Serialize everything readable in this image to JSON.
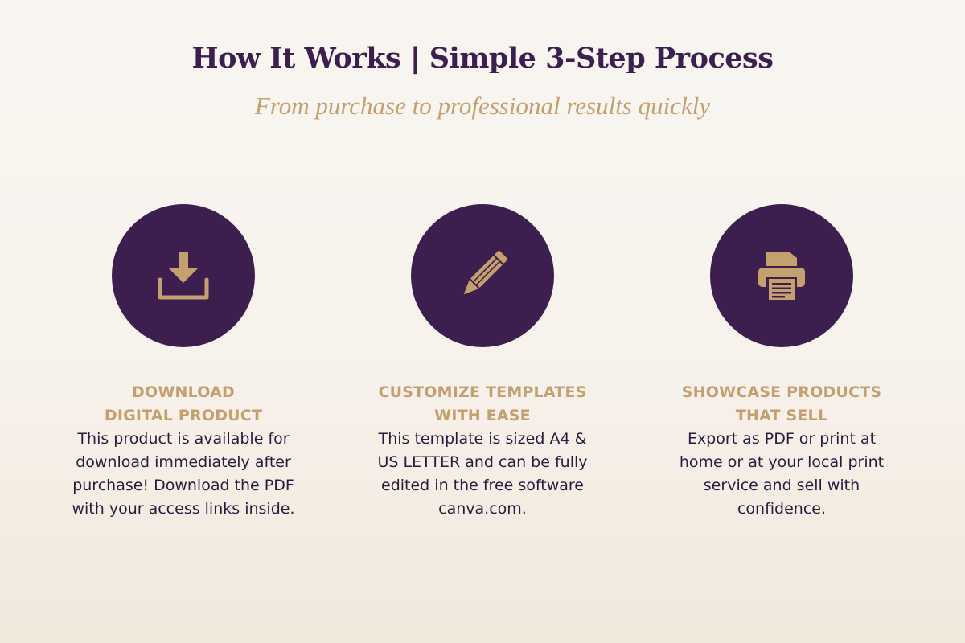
{
  "header": {
    "title": "How It Works | Simple 3-Step Process",
    "subtitle": "From purchase to professional results quickly"
  },
  "colors": {
    "primary": "#3c1f4f",
    "accent": "#c4a06f",
    "text": "#2c1a3d",
    "background": "#f7f2ec"
  },
  "steps": [
    {
      "icon": "download-icon",
      "heading_lines": [
        "DOWNLOAD",
        "DIGITAL PRODUCT"
      ],
      "description_lines": [
        "This product is available for",
        "download immediately after",
        "purchase! Download the PDF",
        "with your access links inside."
      ]
    },
    {
      "icon": "pencil-icon",
      "heading_lines": [
        "CUSTOMIZE TEMPLATES",
        "WITH EASE"
      ],
      "description_lines": [
        "This template is sized A4 &",
        "US LETTER and can be fully",
        "edited in the free software",
        "canva.com."
      ]
    },
    {
      "icon": "printer-icon",
      "heading_lines": [
        "SHOWCASE PRODUCTS",
        "THAT SELL"
      ],
      "description_lines": [
        "Export as PDF or print at",
        "home or at your local print",
        "service and sell with",
        "confidence."
      ]
    }
  ]
}
